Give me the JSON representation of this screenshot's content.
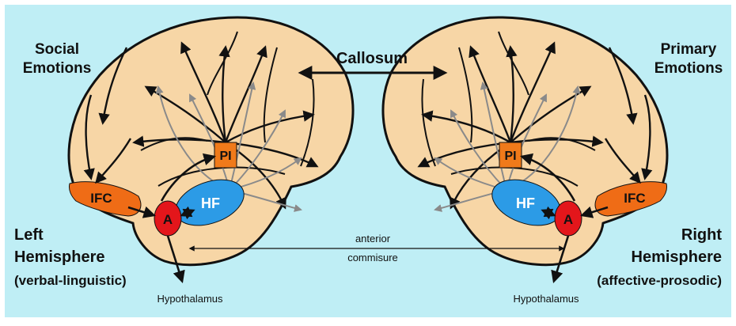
{
  "labels": {
    "social_emotions_1": "Social",
    "social_emotions_2": "Emotions",
    "primary_emotions_1": "Primary",
    "primary_emotions_2": "Emotions",
    "callosum": "Callosum",
    "left_hemisphere_1": "Left",
    "left_hemisphere_2": "Hemisphere",
    "left_hemisphere_3": "(verbal-linguistic)",
    "right_hemisphere_1": "Right",
    "right_hemisphere_2": "Hemisphere",
    "right_hemisphere_3": "(affective-prosodic)",
    "anterior_1": "anterior",
    "anterior_2": "commisure",
    "hypothalamus_left": "Hypothalamus",
    "hypothalamus_right": "Hypothalamus"
  },
  "regions": {
    "ifc": "IFC",
    "amygdala": "A",
    "hippocampal_formation": "HF",
    "posterior_insula": "PI"
  },
  "colors": {
    "background": "#bfeef5",
    "brain_fill": "#f7d6a6",
    "outline": "#111111",
    "ifc": "#ef6c16",
    "pi": "#f07a1a",
    "amygdala": "#e3161b",
    "hf": "#2c9be6",
    "gray_arrow": "#8a8a8a"
  }
}
